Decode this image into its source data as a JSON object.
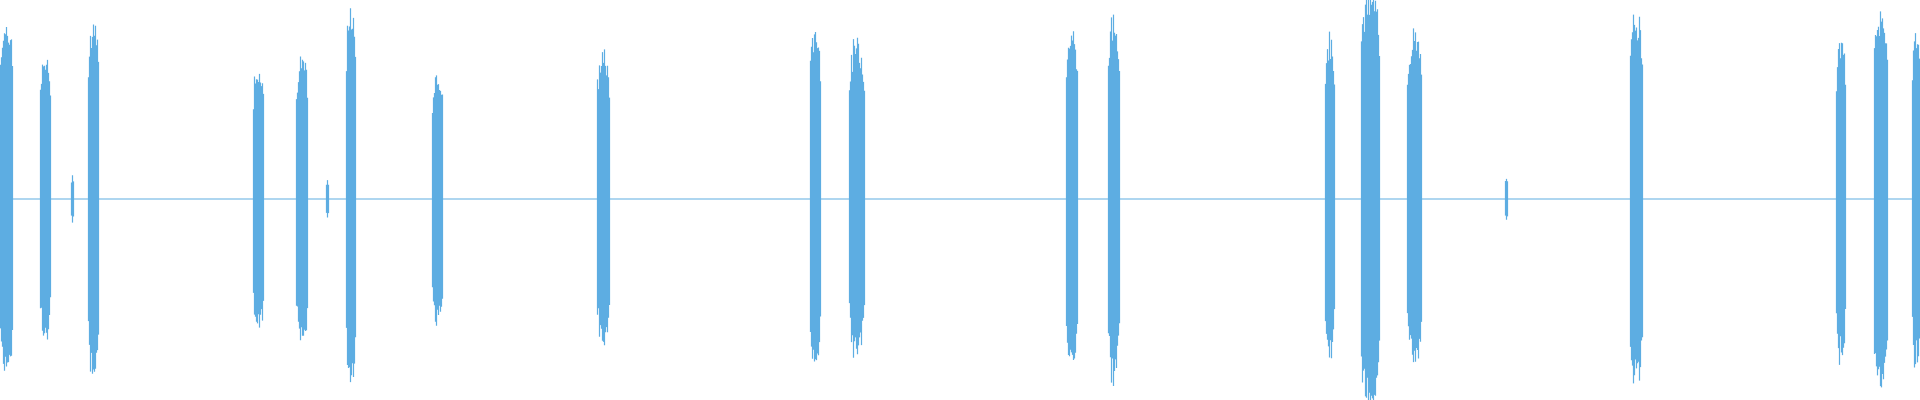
{
  "waveform": {
    "color": "#5dade2",
    "background": "#ffffff",
    "baseline_amplitude": 0.01,
    "bursts": [
      {
        "start": 0.0,
        "end": 0.006,
        "amplitude": 0.48
      },
      {
        "start": 0.021,
        "end": 0.026,
        "amplitude": 0.38
      },
      {
        "start": 0.037,
        "end": 0.038,
        "amplitude": 0.06
      },
      {
        "start": 0.046,
        "end": 0.051,
        "amplitude": 0.48
      },
      {
        "start": 0.132,
        "end": 0.137,
        "amplitude": 0.36
      },
      {
        "start": 0.154,
        "end": 0.16,
        "amplitude": 0.38
      },
      {
        "start": 0.17,
        "end": 0.171,
        "amplitude": 0.05
      },
      {
        "start": 0.18,
        "end": 0.185,
        "amplitude": 0.5
      },
      {
        "start": 0.225,
        "end": 0.23,
        "amplitude": 0.34
      },
      {
        "start": 0.311,
        "end": 0.317,
        "amplitude": 0.39
      },
      {
        "start": 0.422,
        "end": 0.427,
        "amplitude": 0.46
      },
      {
        "start": 0.442,
        "end": 0.45,
        "amplitude": 0.42
      },
      {
        "start": 0.555,
        "end": 0.561,
        "amplitude": 0.45
      },
      {
        "start": 0.577,
        "end": 0.583,
        "amplitude": 0.48
      },
      {
        "start": 0.69,
        "end": 0.695,
        "amplitude": 0.44
      },
      {
        "start": 0.709,
        "end": 0.718,
        "amplitude": 0.55
      },
      {
        "start": 0.733,
        "end": 0.74,
        "amplitude": 0.44
      },
      {
        "start": 0.784,
        "end": 0.785,
        "amplitude": 0.06
      },
      {
        "start": 0.849,
        "end": 0.855,
        "amplitude": 0.5
      },
      {
        "start": 0.956,
        "end": 0.961,
        "amplitude": 0.43
      },
      {
        "start": 0.976,
        "end": 0.983,
        "amplitude": 0.5
      },
      {
        "start": 0.996,
        "end": 1.0,
        "amplitude": 0.45
      }
    ]
  }
}
